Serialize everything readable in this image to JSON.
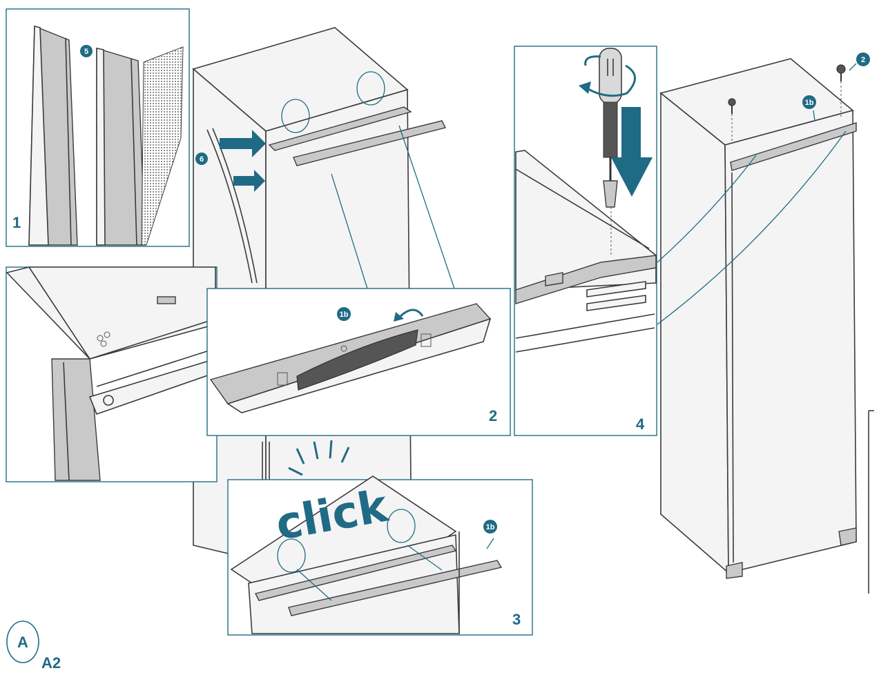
{
  "panels": {
    "p1": {
      "step": "1",
      "callout": "5"
    },
    "p2": {
      "step": "2",
      "callout": "1b"
    },
    "p3": {
      "step": "3",
      "callout": "1b",
      "word": "click"
    },
    "p4": {
      "step": "4"
    }
  },
  "main_callouts": {
    "gasket": "6",
    "screw": "2",
    "bracket": "1b"
  },
  "footer": {
    "section_letter": "A",
    "figure_code": "A2"
  },
  "colors": {
    "accent": "#1f6b85",
    "line": "#3a3a3a"
  }
}
